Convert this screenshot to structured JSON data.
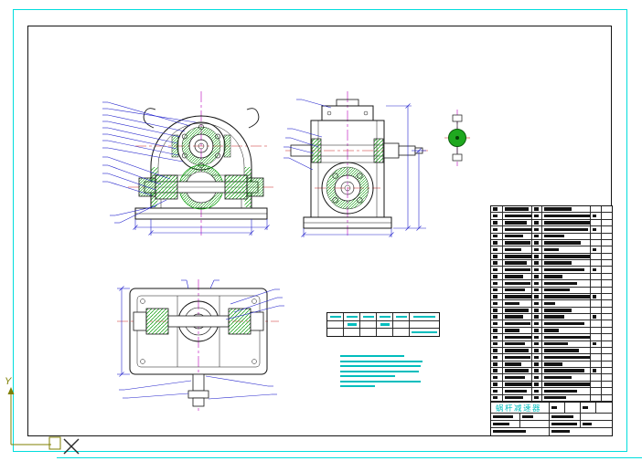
{
  "title_block": {
    "drawing_title": "蜗杆减速器",
    "rows": [
      {
        "h": 13,
        "cells": [
          {
            "w": 64,
            "bar": 0
          },
          {
            "w": 17,
            "bar": 6
          },
          {
            "w": 17,
            "bar": 0
          },
          {
            "w": 17,
            "bar": 6
          },
          {
            "w": 18,
            "bar": 0
          }
        ]
      },
      {
        "h": 8,
        "cells": [
          {
            "w": 32,
            "bar": 22
          },
          {
            "w": 32,
            "bar": 12
          },
          {
            "w": 34,
            "bar": 24
          },
          {
            "w": 35,
            "bar": 0
          }
        ]
      },
      {
        "h": 8,
        "cells": [
          {
            "w": 32,
            "bar": 18
          },
          {
            "w": 32,
            "bar": 0
          },
          {
            "w": 34,
            "bar": 28
          },
          {
            "w": 35,
            "bar": 10
          }
        ]
      },
      {
        "h": 9,
        "cells": [
          {
            "w": 64,
            "bar": 36
          },
          {
            "w": 69,
            "bar": 20
          }
        ]
      }
    ]
  },
  "bom": {
    "columns": [
      13,
      32,
      11,
      53,
      12,
      12
    ],
    "rows": [
      [
        5,
        26,
        5,
        30,
        0
      ],
      [
        5,
        30,
        5,
        52,
        4
      ],
      [
        5,
        24,
        5,
        52,
        0
      ],
      [
        5,
        30,
        5,
        48,
        4
      ],
      [
        5,
        20,
        5,
        22,
        0
      ],
      [
        5,
        28,
        5,
        40,
        0
      ],
      [
        5,
        18,
        5,
        16,
        4
      ],
      [
        5,
        30,
        5,
        52,
        0
      ],
      [
        5,
        24,
        5,
        30,
        0
      ],
      [
        5,
        28,
        5,
        44,
        4
      ],
      [
        5,
        20,
        5,
        20,
        0
      ],
      [
        5,
        28,
        5,
        36,
        0
      ],
      [
        5,
        22,
        5,
        28,
        0
      ],
      [
        5,
        30,
        5,
        52,
        4
      ],
      [
        5,
        16,
        5,
        12,
        0
      ],
      [
        5,
        26,
        5,
        30,
        0
      ],
      [
        5,
        20,
        5,
        22,
        4
      ],
      [
        5,
        28,
        5,
        44,
        0
      ],
      [
        5,
        16,
        5,
        16,
        0
      ],
      [
        5,
        30,
        5,
        52,
        0
      ],
      [
        5,
        22,
        5,
        26,
        4
      ],
      [
        5,
        26,
        5,
        38,
        0
      ],
      [
        5,
        28,
        5,
        50,
        0
      ],
      [
        5,
        18,
        5,
        20,
        0
      ],
      [
        5,
        26,
        5,
        44,
        4
      ],
      [
        5,
        22,
        5,
        30,
        0
      ],
      [
        5,
        30,
        5,
        52,
        0
      ],
      [
        5,
        24,
        5,
        36,
        0
      ],
      [
        5,
        20,
        5,
        24,
        0
      ]
    ]
  },
  "param_table": {
    "columns": [
      18,
      18,
      18,
      18,
      18,
      33
    ],
    "rows": [
      [
        12,
        12,
        12,
        12,
        12,
        24
      ],
      [
        0,
        10,
        0,
        10,
        0,
        0
      ],
      [
        0,
        0,
        0,
        0,
        0,
        28
      ]
    ]
  },
  "tech_notes": {
    "line_widths": [
      70,
      90,
      88,
      86,
      60,
      88,
      38
    ]
  },
  "ucs": {
    "y_label": "Y"
  },
  "colors": {
    "line_black": "#141414",
    "hatch_green": "#009900",
    "fill_green": "#1fa81f",
    "centerline_magenta": "#bb00bb",
    "centerline_red": "#cc2222",
    "dimension_blue": "#2222cc",
    "annotation_cyan": "#00bdbd",
    "frame_cyan": "#00dddd",
    "ucs_olive": "#7f7f00"
  }
}
